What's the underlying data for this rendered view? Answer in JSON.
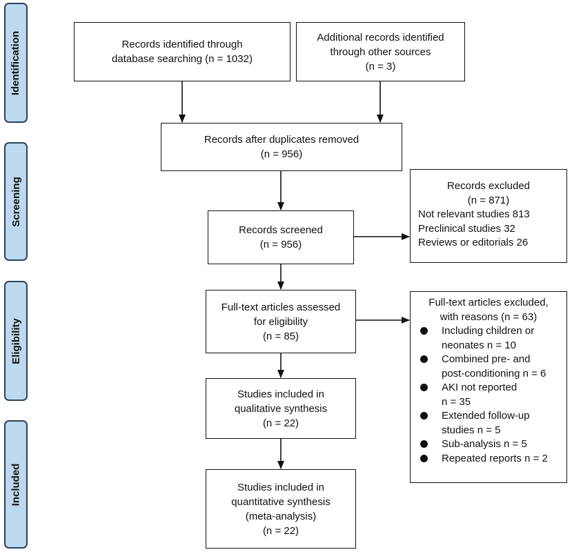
{
  "phases": [
    {
      "id": "identification",
      "label": "Identification"
    },
    {
      "id": "screening",
      "label": "Screening"
    },
    {
      "id": "eligibility",
      "label": "Eligibility"
    },
    {
      "id": "included",
      "label": "Included"
    }
  ],
  "boxes": {
    "database_records": {
      "lines": [
        "Records identified through",
        "database searching (n = 1032)"
      ]
    },
    "other_records": {
      "lines": [
        "Additional records identified",
        "through other sources",
        "(n = 3)"
      ]
    },
    "after_duplicates": {
      "lines": [
        "Records after duplicates removed",
        "(n = 956)"
      ]
    },
    "screened": {
      "lines": [
        "Records screened",
        "(n = 956)"
      ]
    },
    "fulltext_assessed": {
      "lines": [
        "Full-text articles assessed",
        "for eligibility",
        "(n = 85)"
      ]
    },
    "qualitative": {
      "lines": [
        "Studies included in",
        "qualitative synthesis",
        "(n = 22)"
      ]
    },
    "quantitative": {
      "lines": [
        "Studies included in",
        "quantitative synthesis",
        "(meta-analysis)",
        "(n = 22)"
      ]
    }
  },
  "records_excluded": {
    "title": "Records excluded",
    "count": "(n = 871)",
    "items": [
      "Not relevant studies 813",
      "Preclinical studies 32",
      "Reviews or editorials 26"
    ]
  },
  "fulltext_excluded": {
    "title": [
      "Full-text articles excluded,",
      "with reasons (n = 63)"
    ],
    "reasons": [
      {
        "lines": [
          "Including children or",
          "neonates n = 10"
        ]
      },
      {
        "lines": [
          "Combined pre- and",
          "post-conditioning n = 6"
        ]
      },
      {
        "lines": [
          "AKI not reported",
          "n = 35"
        ]
      },
      {
        "lines": [
          "Extended follow-up",
          "studies n = 5"
        ]
      },
      {
        "lines": [
          "Sub-analysis n = 5"
        ]
      },
      {
        "lines": [
          "Repeated reports n = 2"
        ]
      }
    ]
  }
}
